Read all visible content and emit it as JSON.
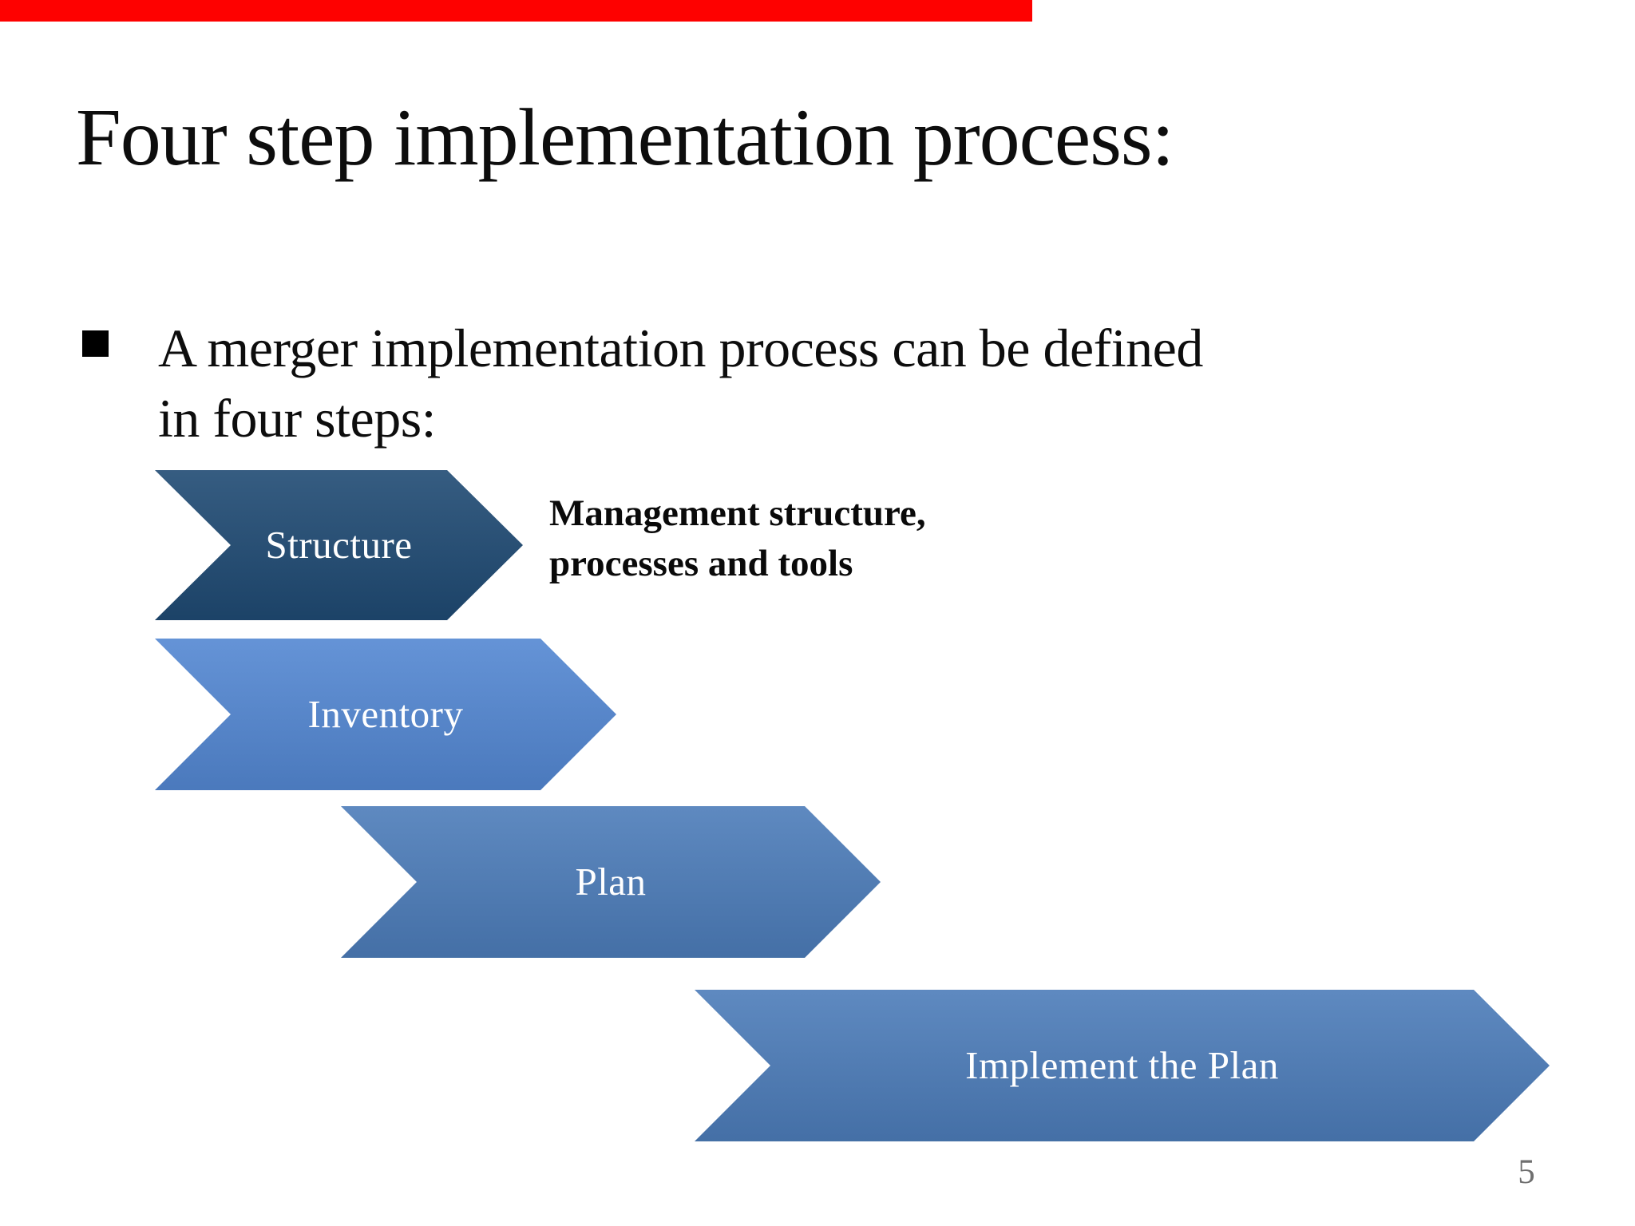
{
  "slide": {
    "title": "Four step implementation process:",
    "bullet": {
      "line1": "A merger implementation process can be defined",
      "line2": "in four steps:"
    },
    "annotation": {
      "line1": "Management structure,",
      "line2": "processes and tools"
    },
    "steps": [
      {
        "label": "Structure",
        "color": "#1F4A73"
      },
      {
        "label": "Inventory",
        "color": "#5387D2"
      },
      {
        "label": "Plan",
        "color": "#4C7CB9"
      },
      {
        "label": "Implement the Plan",
        "color": "#4C7CB9"
      }
    ],
    "page_number": "5",
    "colors": {
      "accent_red_bar": "#FE0100",
      "text": "#0D0D0D",
      "arrow_text": "#FFFFFF",
      "page_number_gray": "#6F6F6F",
      "background": "#FFFFFF"
    }
  }
}
